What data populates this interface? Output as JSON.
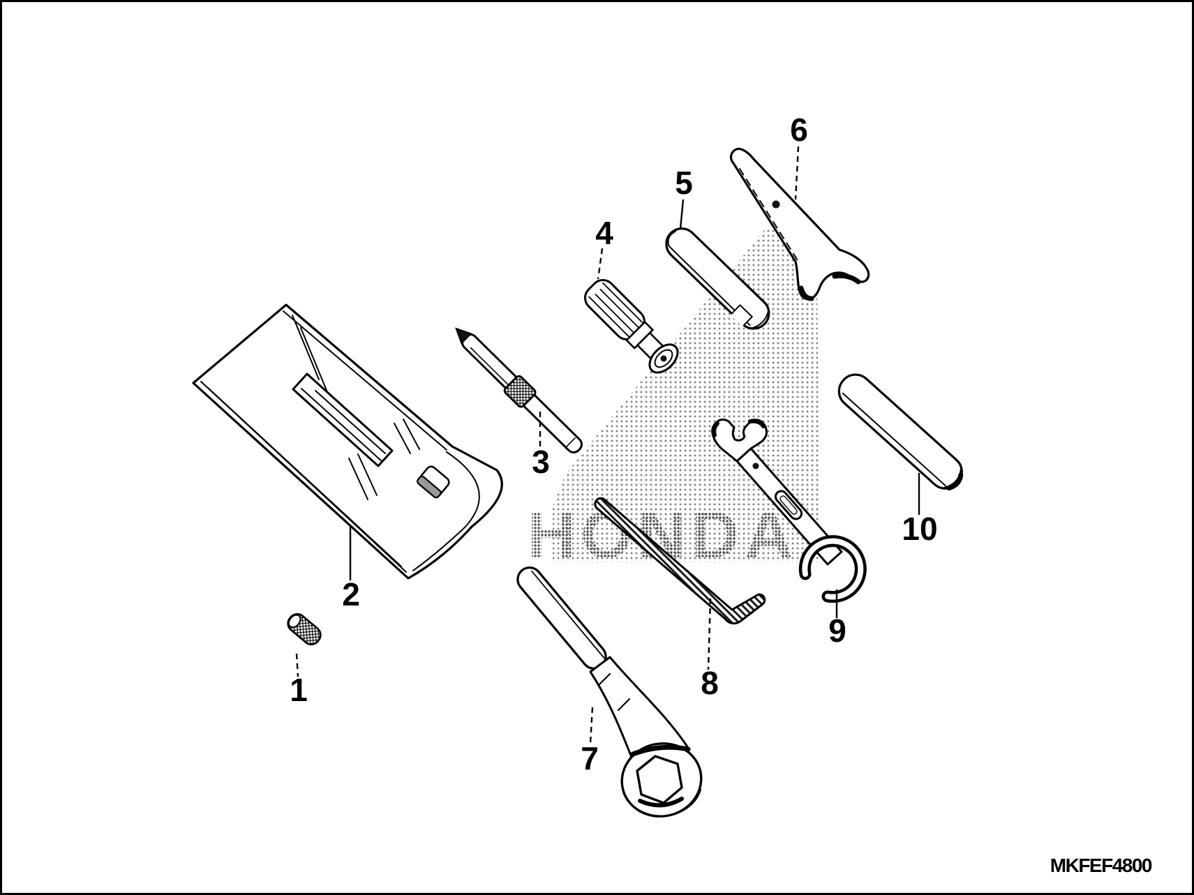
{
  "diagram": {
    "code": "MKFEF4800",
    "watermark_text": "HONDA",
    "callouts": [
      {
        "ref": "1"
      },
      {
        "ref": "2"
      },
      {
        "ref": "3"
      },
      {
        "ref": "4"
      },
      {
        "ref": "5"
      },
      {
        "ref": "6"
      },
      {
        "ref": "7"
      },
      {
        "ref": "8"
      },
      {
        "ref": "9"
      },
      {
        "ref": "10"
      }
    ],
    "colors": {
      "ink": "#000000",
      "background": "#ffffff",
      "watermark_dot": "#555555"
    }
  }
}
